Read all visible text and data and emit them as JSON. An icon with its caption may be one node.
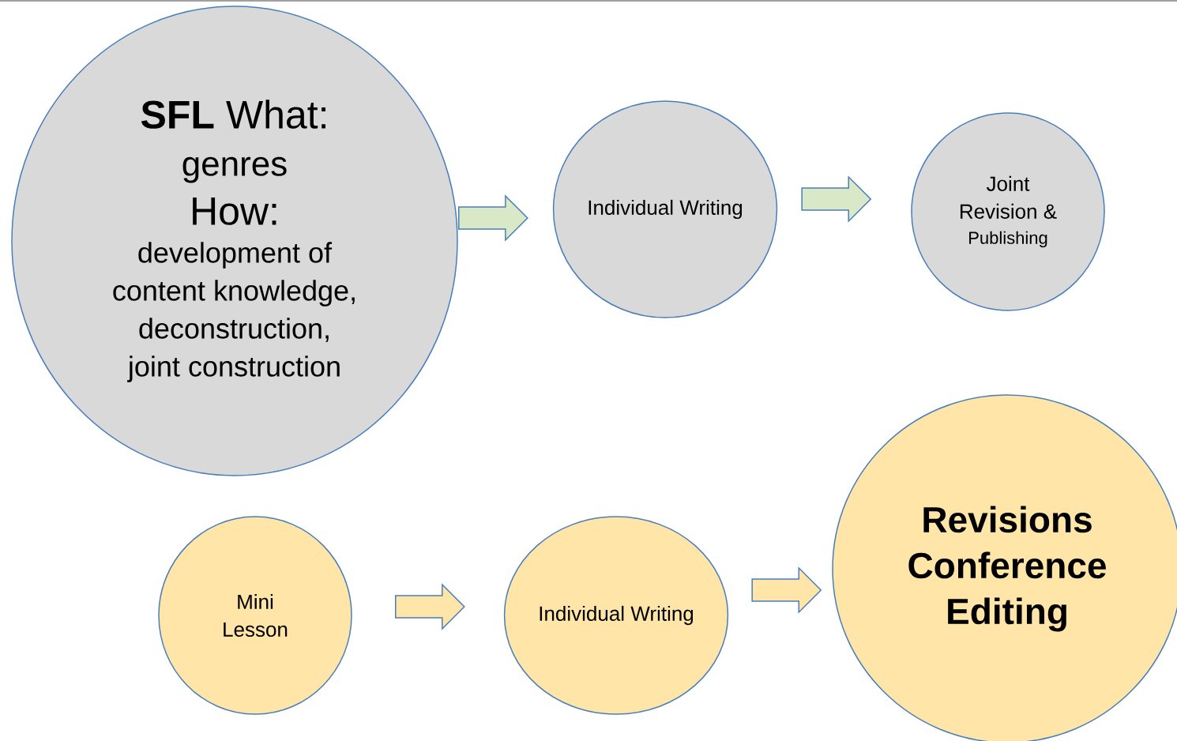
{
  "diagram": {
    "nodes": [
      {
        "text": [
          "**SFL** What:",
          "genres",
          "How:",
          "development of content knowledge, deconstruction, joint construction"
        ]
      },
      {
        "text": [
          "Individual Writing"
        ]
      },
      {
        "text": [
          "Joint Revision &",
          "Publishing"
        ]
      },
      {
        "text": [
          "Mini Lesson"
        ]
      },
      {
        "text": [
          "Individual Writing"
        ]
      },
      {
        "text": [
          "Revisions Conference Editing"
        ]
      }
    ],
    "edges": [
      {
        "from": 0,
        "to": 1,
        "arrow": "to"
      },
      {
        "from": 1,
        "to": 2,
        "arrow": "to"
      },
      {
        "from": 3,
        "to": 4,
        "arrow": "to"
      },
      {
        "from": 4,
        "to": 5,
        "arrow": "to"
      }
    ]
  }
}
